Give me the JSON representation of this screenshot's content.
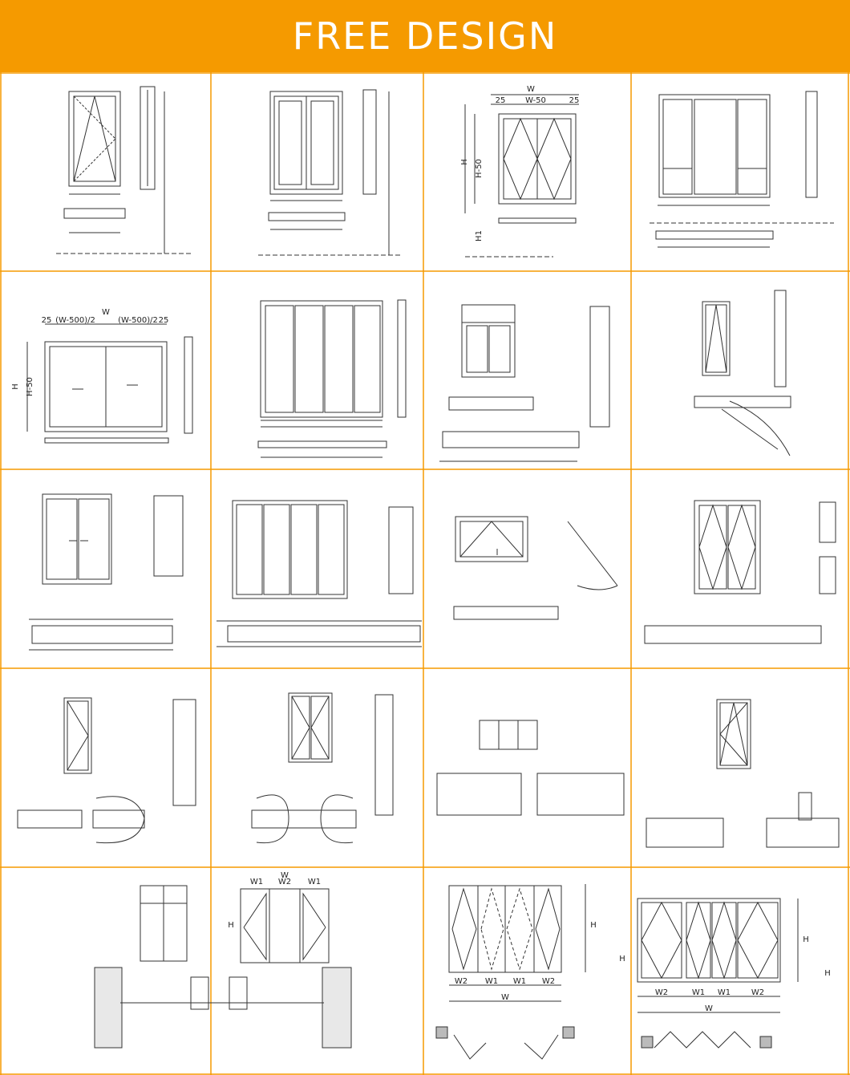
{
  "banner": {
    "title": "FREE DESIGN",
    "color": "#f59a00",
    "border_color": "#f59a00"
  },
  "drawing_labels": {
    "w": "W",
    "h": "H",
    "h1": "H1",
    "w1": "W1",
    "w2": "W2",
    "w_minus_50": "W-50",
    "h_minus_50": "H-50",
    "twenty_five": "25",
    "half_w_500": "(W-500)/2"
  },
  "cells": [
    {
      "name": "casement-single",
      "row": 1,
      "col": 1
    },
    {
      "name": "sliding-double",
      "row": 1,
      "col": 2
    },
    {
      "name": "casement-double-dimensioned",
      "row": 1,
      "col": 3
    },
    {
      "name": "three-panel-with-fixed-center",
      "row": 1,
      "col": 4
    },
    {
      "name": "sliding-double-dimensioned",
      "row": 2,
      "col": 1
    },
    {
      "name": "sliding-four-panel",
      "row": 2,
      "col": 2
    },
    {
      "name": "sliding-with-transom",
      "row": 2,
      "col": 3
    },
    {
      "name": "casement-door-swing-section",
      "row": 2,
      "col": 4
    },
    {
      "name": "lift-slide-double",
      "row": 3,
      "col": 1
    },
    {
      "name": "lift-slide-four-panel",
      "row": 3,
      "col": 2
    },
    {
      "name": "awning-window",
      "row": 3,
      "col": 3
    },
    {
      "name": "french-casement-double",
      "row": 3,
      "col": 4
    },
    {
      "name": "tilt-turn-single-handle",
      "row": 4,
      "col": 1
    },
    {
      "name": "french-door-handles",
      "row": 4,
      "col": 2
    },
    {
      "name": "triple-fixed-sections",
      "row": 4,
      "col": 3
    },
    {
      "name": "casement-single-hinge",
      "row": 4,
      "col": 4
    },
    {
      "name": "combined-casement-wall-section",
      "row": 5,
      "col": 1
    },
    {
      "name": "folding-four-panel",
      "row": 5,
      "col": 3
    },
    {
      "name": "folding-four-panel-b",
      "row": 5,
      "col": 4
    }
  ]
}
